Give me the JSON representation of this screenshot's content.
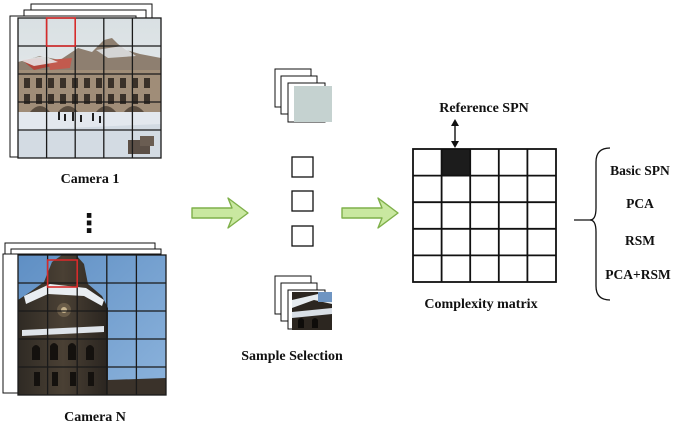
{
  "camera_1": {
    "label": "Camera 1"
  },
  "camera_n": {
    "label": "Camera N"
  },
  "ellipsis": "⋮",
  "sample_selection": {
    "label": "Sample Selection"
  },
  "complexity_matrix": {
    "label": "Complexity matrix",
    "reference_label": "Reference SPN",
    "rows": 5,
    "cols": 5,
    "highlighted_cell": [
      0,
      1
    ]
  },
  "methods": [
    "Basic SPN",
    "PCA",
    "RSM",
    "PCA+RSM"
  ],
  "colors": {
    "arrow_fill": "#c9e8a0",
    "arrow_stroke": "#7fb04a",
    "highlight_box": "#d62b2b",
    "reference_cell": "#1c1c1c",
    "sky_top": "#dfe5e7",
    "snow": "#e3e8ee"
  }
}
